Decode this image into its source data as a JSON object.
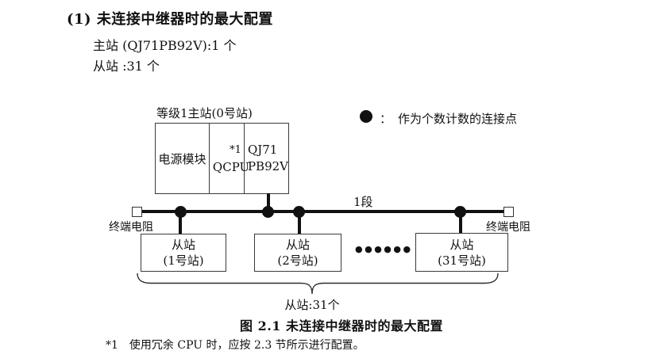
{
  "heading": "(1) 未连接中继器时的最大配置",
  "config_lines": {
    "master": "主站 (QJ71PB92V):1 个",
    "slave": "从站 :31 个"
  },
  "diagram": {
    "master_station_label": "等级1主站(0号站)",
    "rack": {
      "power_module": "电源模块",
      "cpu": "QCPU",
      "cpu_footnote_ref": "*1",
      "pb_module_line1": "QJ71",
      "pb_module_line2": "PB92V"
    },
    "legend": {
      "separator": "：",
      "label": "作为个数计数的连接点"
    },
    "segment_label": "1段",
    "left_terminator_label": "终端电阻",
    "right_terminator_label": "终端电阻",
    "slaves": [
      {
        "name": "从站",
        "station": "(1号站)"
      },
      {
        "name": "从站",
        "station": "(2号站)"
      },
      {
        "name": "从站",
        "station": "(31号站)"
      }
    ],
    "ellipsis_dots": "●●●●●●",
    "slave_count_label": "从站:31个"
  },
  "caption": "图 2.1 未连接中继器时的最大配置",
  "footnote": {
    "marker": "*1",
    "text": "使用冗余 CPU 时，应按 2.3 节所示进行配置。"
  },
  "colors": {
    "ink": "#111111",
    "border": "#3a3a3a",
    "background": "#ffffff"
  }
}
